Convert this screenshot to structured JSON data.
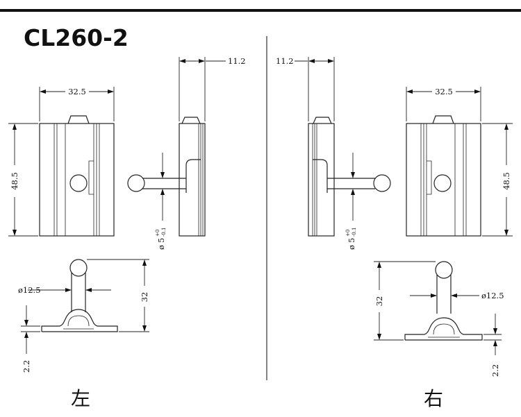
{
  "title": "CL260-2",
  "left_view": {
    "label": "左",
    "width": "32.5",
    "height": "48.5",
    "depth": "11.2",
    "pin_dia": "5",
    "pin_tol_upper": "+0",
    "pin_tol_lower": "-0.1",
    "diameter_symbol": "ø",
    "ball_dia": "ø12.5",
    "stand_height": "32",
    "base_thickness": "2.2"
  },
  "right_view": {
    "label": "右",
    "width": "32.5",
    "height": "48.5",
    "depth": "11.2",
    "pin_dia": "5",
    "pin_tol_upper": "+0",
    "pin_tol_lower": "-0.1",
    "diameter_symbol": "ø",
    "ball_dia": "ø12.5",
    "stand_height": "32",
    "base_thickness": "2.2"
  }
}
